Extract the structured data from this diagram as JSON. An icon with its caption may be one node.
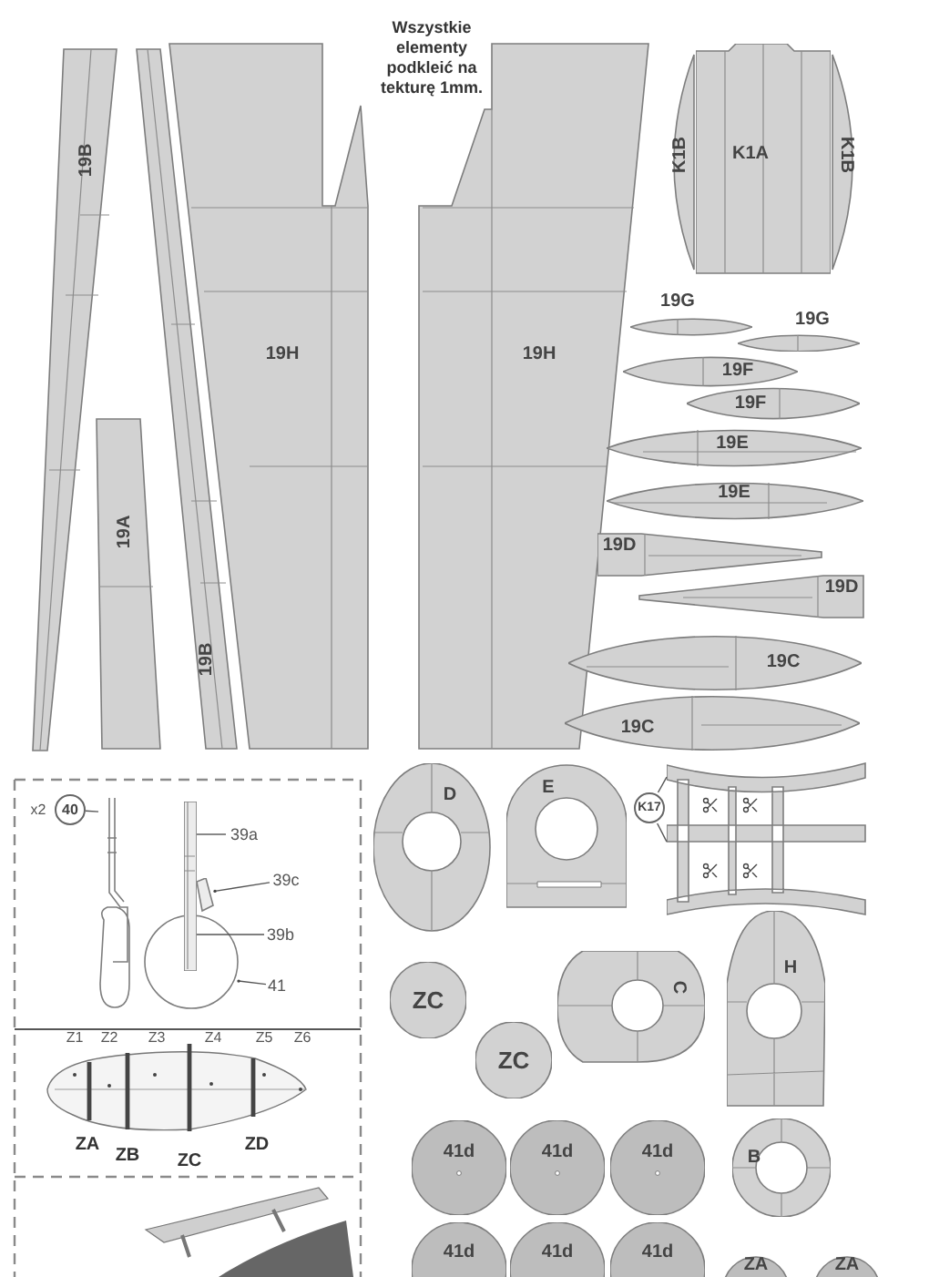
{
  "diagram": {
    "nodes": [
      {
        "text": [
          "19B"
        ]
      },
      {
        "text": [
          "19B"
        ]
      },
      {
        "text": [
          "19A"
        ]
      },
      {
        "text": [
          "19H"
        ]
      },
      {
        "text": [
          "19H"
        ]
      },
      {
        "text": [
          "K1A"
        ]
      },
      {
        "text": [
          "K1B"
        ]
      },
      {
        "text": [
          "K1B"
        ]
      },
      {
        "text": [
          "19G"
        ]
      },
      {
        "text": [
          "19G"
        ]
      },
      {
        "text": [
          "19F"
        ]
      },
      {
        "text": [
          "19F"
        ]
      },
      {
        "text": [
          "19E"
        ]
      },
      {
        "text": [
          "19E"
        ]
      },
      {
        "text": [
          "19D"
        ]
      },
      {
        "text": [
          "19D"
        ]
      },
      {
        "text": [
          "19C"
        ]
      },
      {
        "text": [
          "19C"
        ]
      },
      {
        "text": [
          "D"
        ]
      },
      {
        "text": [
          "E"
        ]
      },
      {
        "text": [
          "K17"
        ]
      },
      {
        "text": [
          "ZC"
        ]
      },
      {
        "text": [
          "ZC"
        ]
      },
      {
        "text": [
          "C"
        ]
      },
      {
        "text": [
          "H"
        ]
      },
      {
        "text": [
          "41d"
        ]
      },
      {
        "text": [
          "41d"
        ]
      },
      {
        "text": [
          "41d"
        ]
      },
      {
        "text": [
          "B"
        ]
      },
      {
        "text": [
          "41d"
        ]
      },
      {
        "text": [
          "41d"
        ]
      },
      {
        "text": [
          "41d"
        ]
      },
      {
        "text": [
          "ZA"
        ]
      },
      {
        "text": [
          "ZA"
        ]
      },
      {
        "text": [
          "40"
        ]
      },
      {
        "text": [],
        "shape": "picture"
      },
      {
        "text": [],
        "shape": "circle"
      },
      {
        "text": [
          "39a"
        ]
      },
      {
        "text": [],
        "shape": "bar"
      },
      {
        "text": [
          "39c"
        ]
      },
      {
        "text": [],
        "shape": "picture"
      },
      {
        "text": [
          "39b"
        ]
      },
      {
        "text": [
          "41"
        ]
      },
      {
        "text": [],
        "shape": "picture"
      }
    ],
    "edges": [
      {
        "from": 34,
        "to": 35,
        "arrow": "none"
      },
      {
        "from": 37,
        "to": 38,
        "arrow": "none"
      },
      {
        "from": 39,
        "to": 40,
        "arrow": "other"
      },
      {
        "from": 41,
        "to": 38,
        "arrow": "none"
      },
      {
        "from": 42,
        "to": 36,
        "arrow": "other"
      },
      {
        "from": 20,
        "to": 43,
        "arrow": "none"
      },
      {
        "from": 20,
        "to": 43,
        "arrow": "none"
      }
    ],
    "labels": [
      "Wszystkie elementy podkleić na tekturę 1mm.",
      "x2",
      "Z1",
      "Z2",
      "Z3",
      "Z4",
      "Z5",
      "Z6",
      "ZA",
      "ZB",
      "ZC",
      "ZD"
    ]
  }
}
